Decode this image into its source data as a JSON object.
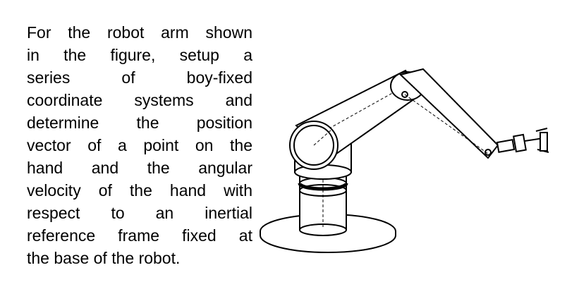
{
  "problem": {
    "lines": [
      "For the robot arm shown",
      "in the figure, setup a",
      "series of boy-fixed",
      "coordinate systems and",
      "determine the position",
      "vector of a point on the",
      "hand and the angular",
      "velocity of the hand with",
      "respect to an inertial",
      "reference frame fixed at",
      "the base of the robot."
    ]
  },
  "figure": {
    "icon": "robot-arm-drawing",
    "stroke_color": "#000000"
  }
}
